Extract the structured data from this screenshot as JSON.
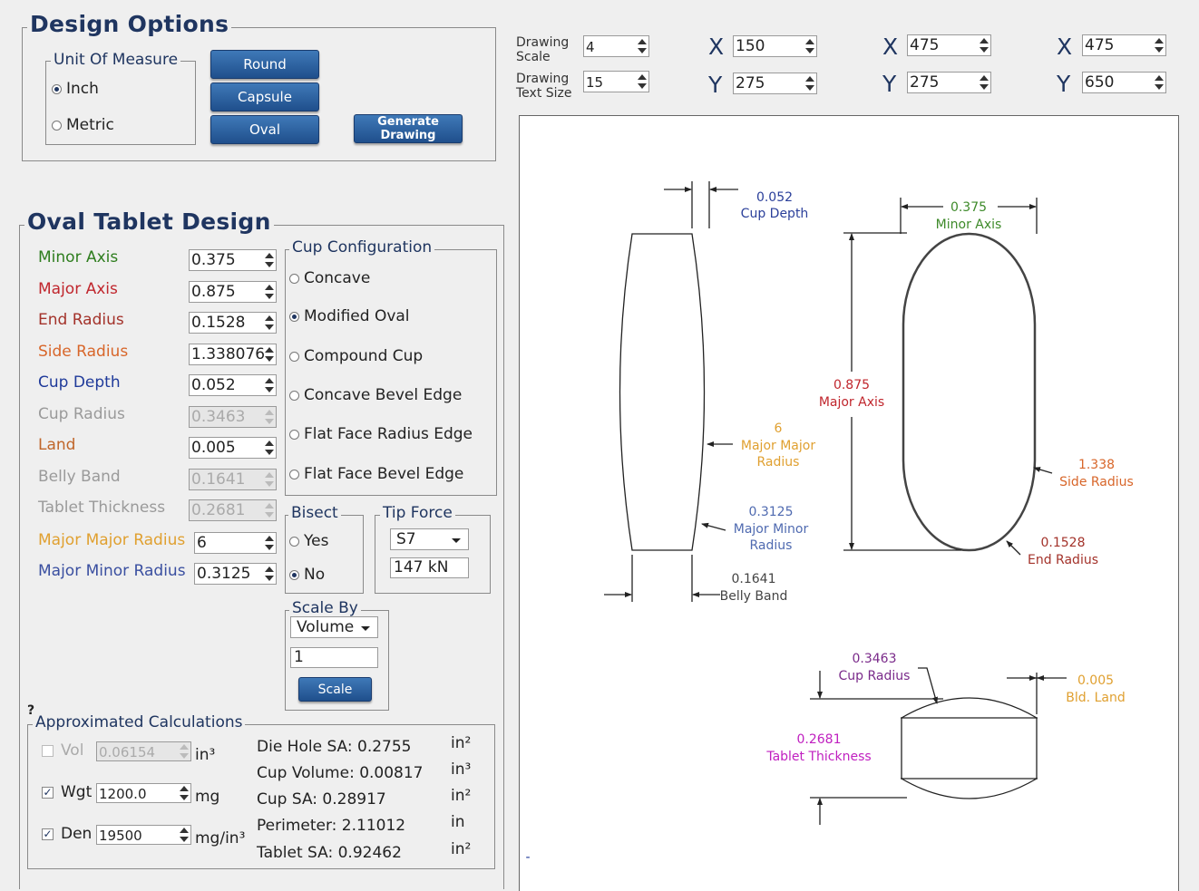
{
  "design_options": {
    "title": "Design Options",
    "unit_of_measure": {
      "legend": "Unit Of Measure",
      "options": [
        {
          "label": "Inch",
          "selected": true
        },
        {
          "label": "Metric",
          "selected": false
        }
      ]
    },
    "shape_buttons": [
      "Round",
      "Capsule",
      "Oval"
    ],
    "generate_label": "Generate Drawing"
  },
  "drawing_settings": {
    "scale_label_1": "Drawing",
    "scale_label_2": "Scale",
    "scale_value": "4",
    "text_label_1": "Drawing",
    "text_label_2": "Text Size",
    "text_value": "15"
  },
  "coordinates": [
    {
      "x_label": "X",
      "x": "150",
      "y_label": "Y",
      "y": "275"
    },
    {
      "x_label": "X",
      "x": "475",
      "y_label": "Y",
      "y": "275"
    },
    {
      "x_label": "X",
      "x": "475",
      "y_label": "Y",
      "y": "650"
    }
  ],
  "oval_design": {
    "title": "Oval Tablet Design",
    "fields": [
      {
        "label": "Minor Axis",
        "value": "0.375",
        "color": "#2e7d1e",
        "enabled": true
      },
      {
        "label": "Major Axis",
        "value": "0.875",
        "color": "#c0262d",
        "enabled": true
      },
      {
        "label": "End Radius",
        "value": "0.1528",
        "color": "#a3322a",
        "enabled": true
      },
      {
        "label": "Side Radius",
        "value": "1.338076",
        "color": "#d8662a",
        "enabled": true
      },
      {
        "label": "Cup Depth",
        "value": "0.052",
        "color": "#1f3a9a",
        "enabled": true
      },
      {
        "label": "Cup Radius",
        "value": "0.3463",
        "color": "#9a9a9a",
        "enabled": false
      },
      {
        "label": "Land",
        "value": "0.005",
        "color": "#c0662a",
        "enabled": true
      },
      {
        "label": "Belly Band",
        "value": "0.1641",
        "color": "#9a9a9a",
        "enabled": false
      },
      {
        "label": "Tablet Thickness",
        "value": "0.2681",
        "color": "#9a9a9a",
        "enabled": false
      },
      {
        "label": "Major Major Radius",
        "value": "6",
        "color": "#e0a030",
        "enabled": true
      },
      {
        "label": "Major Minor Radius",
        "value": "0.3125",
        "color": "#3a4fa0",
        "enabled": true
      }
    ],
    "cup_configuration": {
      "legend": "Cup Configuration",
      "options": [
        {
          "label": "Concave",
          "selected": false
        },
        {
          "label": "Modified Oval",
          "selected": true
        },
        {
          "label": "Compound Cup",
          "selected": false
        },
        {
          "label": "Concave Bevel Edge",
          "selected": false
        },
        {
          "label": "Flat Face Radius Edge",
          "selected": false
        },
        {
          "label": "Flat Face Bevel Edge",
          "selected": false
        }
      ]
    },
    "bisect": {
      "legend": "Bisect",
      "options": [
        {
          "label": "Yes",
          "selected": false
        },
        {
          "label": "No",
          "selected": true
        }
      ]
    },
    "tip_force": {
      "legend": "Tip Force",
      "selected": "S7",
      "value": "147 kN"
    },
    "scale_by": {
      "legend": "Scale By",
      "selected": "Volume",
      "value": "1",
      "button": "Scale"
    }
  },
  "calculations": {
    "help": "?",
    "legend": "Approximated Calculations",
    "inputs": [
      {
        "label": "Vol",
        "value": "0.06154",
        "unit": "in³",
        "checked": false,
        "enabled": false
      },
      {
        "label": "Wgt",
        "value": "1200.0",
        "unit": "mg",
        "checked": true,
        "enabled": true
      },
      {
        "label": "Den",
        "value": "19500",
        "unit": "mg/in³",
        "checked": true,
        "enabled": true
      }
    ],
    "results": [
      {
        "text": "Die Hole SA: 0.2755",
        "unit": "in²"
      },
      {
        "text": "Cup Volume: 0.00817",
        "unit": "in³"
      },
      {
        "text": "Cup SA: 0.28917",
        "unit": "in²"
      },
      {
        "text": "Perimeter: 2.11012",
        "unit": "in"
      },
      {
        "text": "Tablet SA: 0.92462",
        "unit": "in²"
      }
    ]
  },
  "drawing": {
    "cup_depth_val": "0.052",
    "cup_depth_lbl": "Cup Depth",
    "mmr_val": "6",
    "mmr_lbl1": "Major Major",
    "mmr_lbl2": "Radius",
    "mminr_val": "0.3125",
    "mminr_lbl1": "Major Minor",
    "mminr_lbl2": "Radius",
    "belly_val": "0.1641",
    "belly_lbl": "Belly Band",
    "minor_val": "0.375",
    "minor_lbl": "Minor Axis",
    "major_val": "0.875",
    "major_lbl": "Major Axis",
    "side_val": "1.338",
    "side_lbl": "Side Radius",
    "end_val": "0.1528",
    "end_lbl": "End Radius",
    "cup_radius_val": "0.3463",
    "cup_radius_lbl": "Cup Radius",
    "land_val": "0.005",
    "land_lbl": "Bld. Land",
    "thick_val": "0.2681",
    "thick_lbl": "Tablet Thickness",
    "minus": "-",
    "colors": {
      "cup_depth": "#2a3f9a",
      "mmr": "#e0a030",
      "mminr": "#4f6ab0",
      "belly": "#444444",
      "minor": "#3e8a2a",
      "major": "#c0262d",
      "side": "#d8662a",
      "end": "#a3322a",
      "cup_radius": "#7a2a8a",
      "land": "#e0a030",
      "thick": "#c020c0"
    }
  }
}
